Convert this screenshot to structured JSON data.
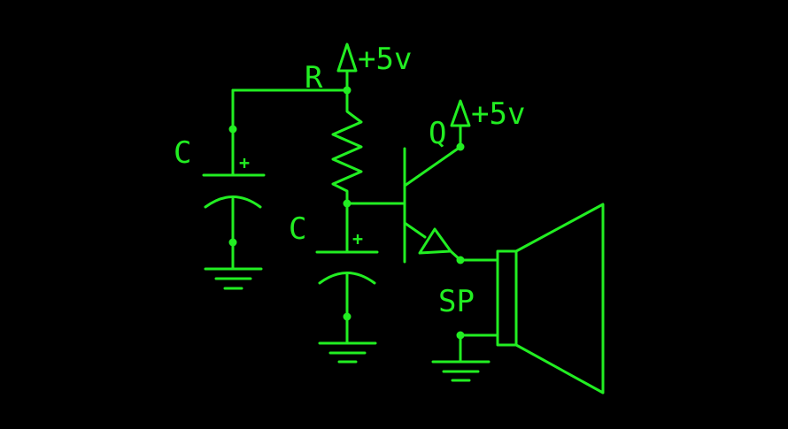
{
  "colors": {
    "background": "#000000",
    "trace": "#22ee22"
  },
  "labels": {
    "resistor": "R",
    "cap_left": "C",
    "cap_mid": "C",
    "transistor": "Q",
    "speaker": "SP",
    "supply_top": "+5v",
    "supply_transistor": "+5v",
    "cap_left_polarity": "+",
    "cap_mid_polarity": "+"
  }
}
